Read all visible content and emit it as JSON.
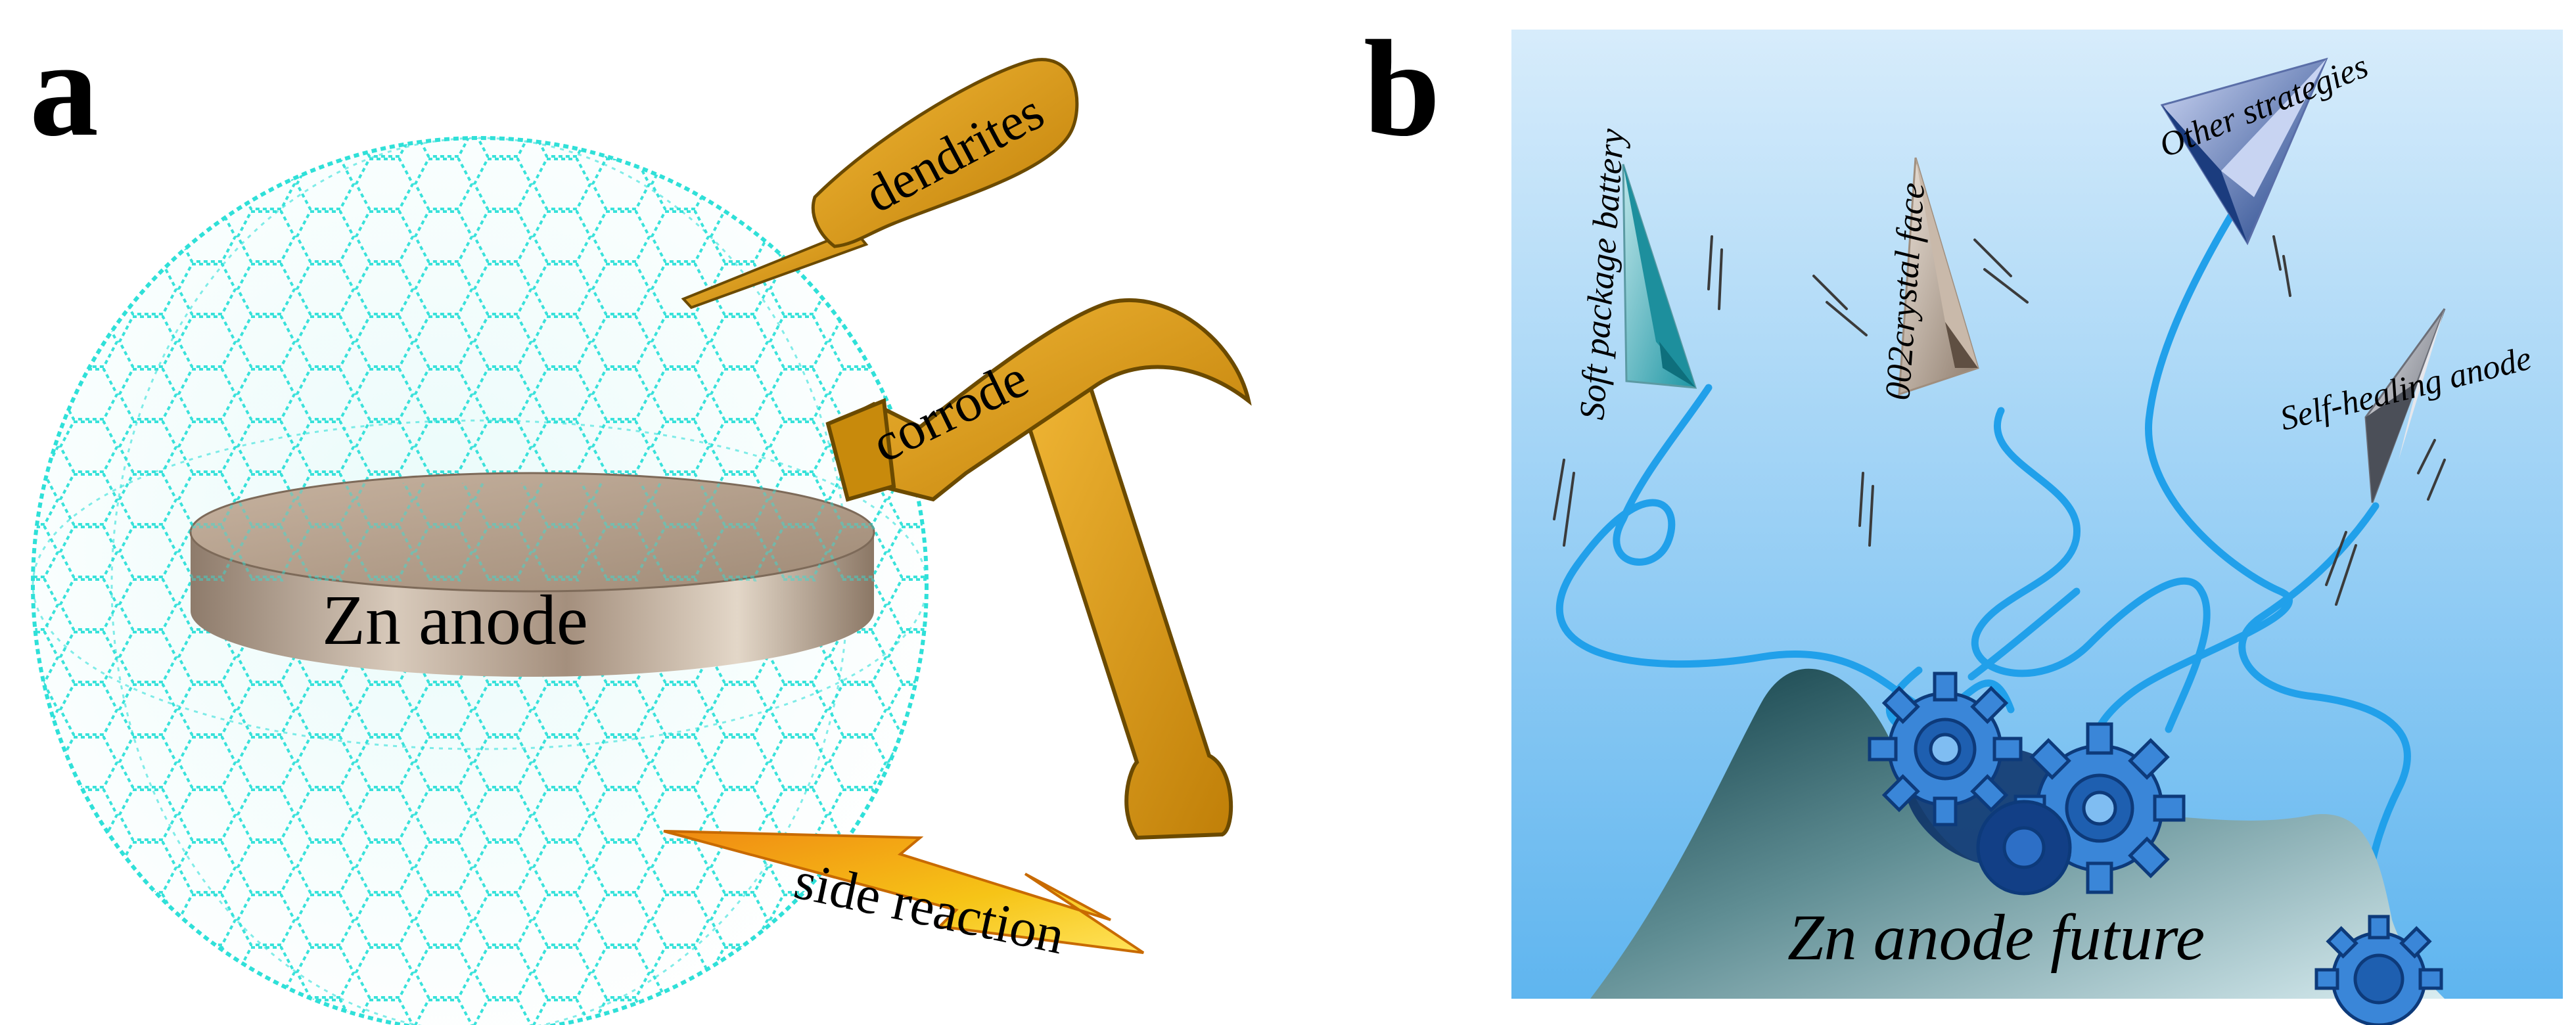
{
  "panel_a": {
    "letter": "a",
    "labels": {
      "dendrites": "dendrites",
      "corrode": "corrode",
      "zn_anode": "Zn anode",
      "side_reaction": "side reaction"
    }
  },
  "panel_b": {
    "letter": "b",
    "labels": {
      "soft_package": "Soft package battery",
      "crystal_face": "002crystal face",
      "other_strategies": "Other strategies",
      "self_healing": "Self-healing anode",
      "future": "Zn anode future"
    }
  },
  "colors": {
    "mesh": "#2fe0d8",
    "tool_gold": "#d8960e",
    "disk": "#b6a28f",
    "sky_top": "#d7ecfb",
    "sky_bottom": "#5fb5ef",
    "rope": "#21a0ea",
    "gear": "#2e7fd6"
  }
}
